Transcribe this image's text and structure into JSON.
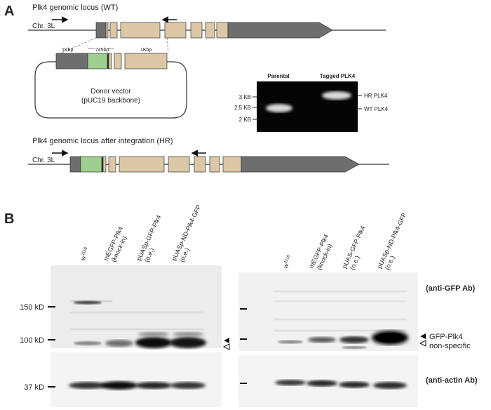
{
  "panel_a": {
    "label": "A",
    "wt_title": "Plk4 genomic locus (WT)",
    "chr_label_wt": "Chr. 3L",
    "arm_left": "1Kbp",
    "insert_size": "745bp",
    "arm_right": "1Kbp",
    "donor_line1": "Donor vector",
    "donor_line2": "(pUC19 backbone)",
    "hr_title": "Plk4 genomic locus after integration (HR)",
    "chr_label_hr": "Chr. 3L",
    "gel": {
      "lane1": "Parental",
      "lane2": "Tagged PLK4",
      "ladder": [
        "3 KB",
        "2,5 KB",
        "2 KB"
      ],
      "band_hr": "HR PLK4",
      "band_wt": "WT PLK4"
    }
  },
  "panel_b": {
    "label": "B",
    "lanes": [
      "w",
      "mEGFP-Plk4",
      "(knock-in)",
      "pUASp-GFP-Plk4",
      "(o.e.)",
      "pUASp-ND-Plk4-GFP",
      "(o.e.)"
    ],
    "lane_w_sup": "1118",
    "lanes_right": [
      "w",
      "mEGFP-Plk4",
      "(knock-in)",
      "pUAS-GFP-Plk4",
      "(o.e.)",
      "pUASp-ND-Plk4-GFP",
      "(o.e.)"
    ],
    "markers": [
      "150 kD",
      "100 kD",
      "37 kD"
    ],
    "anti_gfp": "(anti-GFP Ab)",
    "anti_actin": "(anti-actin Ab)",
    "gfp_plk4": "GFP-Plk4",
    "non_specific": "non-specific"
  },
  "colors": {
    "exon": "#dcc7a6",
    "utr": "#6e6e6e",
    "gfp": "#9fcf8f",
    "blot_bg": "#ececec"
  }
}
